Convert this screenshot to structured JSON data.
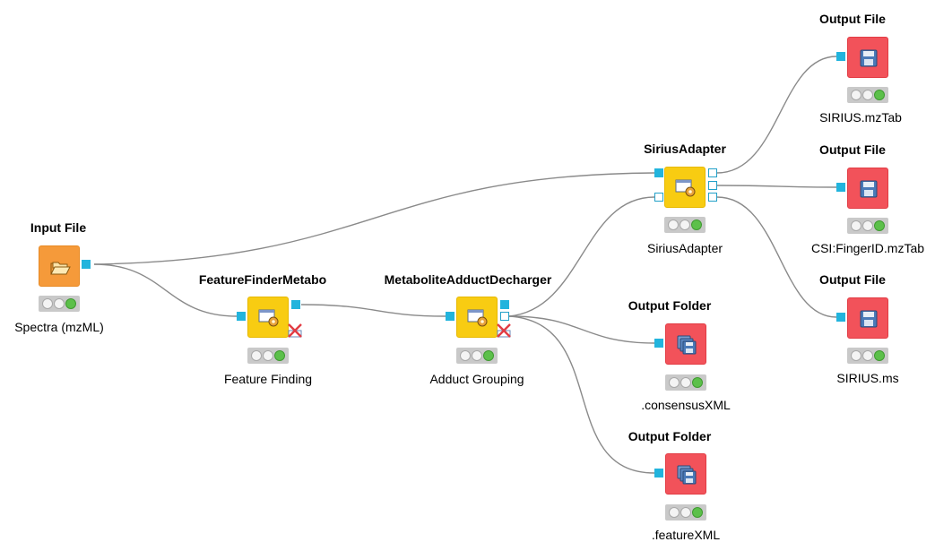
{
  "colors": {
    "input_node": "#f59a3a",
    "tool_node": "#f8cc12",
    "output_node": "#f2525a",
    "port": "#22b4dd",
    "status_ok": "#5cc04a",
    "wire": "#8a8a8a"
  },
  "nodes": {
    "input_file": {
      "title": "Input File",
      "label": "Spectra (mzML)",
      "icon": "folder-open-icon",
      "status": "ok"
    },
    "feature_finder": {
      "title": "FeatureFinderMetabo",
      "label": "Feature Finding",
      "icon": "gear-window-icon",
      "status": "ok"
    },
    "adduct_decharger": {
      "title": "MetaboliteAdductDecharger",
      "label": "Adduct Grouping",
      "icon": "gear-window-icon",
      "status": "ok"
    },
    "sirius_adapter": {
      "title": "SiriusAdapter",
      "label": "SiriusAdapter",
      "icon": "gear-window-icon",
      "status": "ok"
    },
    "output_mztab": {
      "title": "Output File",
      "label": "SIRIUS.mzTab",
      "icon": "floppy-disk-icon",
      "status": "ok"
    },
    "output_csi": {
      "title": "Output File",
      "label": "CSI:FingerID.mzTab",
      "icon": "floppy-disk-icon",
      "status": "ok"
    },
    "output_ms": {
      "title": "Output File",
      "label": "SIRIUS.ms",
      "icon": "floppy-disk-icon",
      "status": "ok"
    },
    "output_consensus": {
      "title": "Output Folder",
      "label": ".consensusXML",
      "icon": "multi-floppy-icon",
      "status": "ok"
    },
    "output_feature": {
      "title": "Output Folder",
      "label": ".featureXML",
      "icon": "multi-floppy-icon",
      "status": "ok"
    }
  }
}
